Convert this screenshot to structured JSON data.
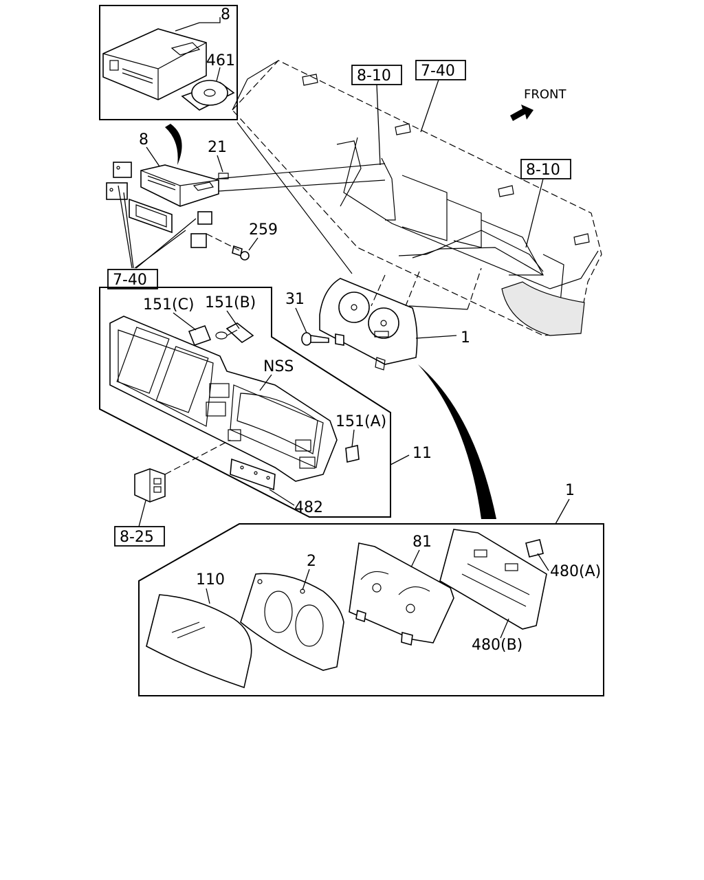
{
  "orientation": {
    "front_label": "FRONT"
  },
  "reference_boxes": {
    "ref_8_10_top": "8-10",
    "ref_7_40_top": "7-40",
    "ref_8_10_right": "8-10",
    "ref_7_40_left": "7-40",
    "ref_8_25": "8-25"
  },
  "part_labels": {
    "audio_unit_inset": "8",
    "disc": "461",
    "audio_unit": "8",
    "harness": "21",
    "screw_259": "259",
    "screw_31": "31",
    "meter_assy": "1",
    "switch_b": "151(B)",
    "switch_c": "151(C)",
    "cluster_note": "NSS",
    "switch_a": "151(A)",
    "cluster_panel": "11",
    "plate": "482",
    "exploded_assy": "1",
    "lens": "110",
    "bezel": "2",
    "dial": "81",
    "circuit_a": "480(A)",
    "circuit_b": "480(B)"
  }
}
